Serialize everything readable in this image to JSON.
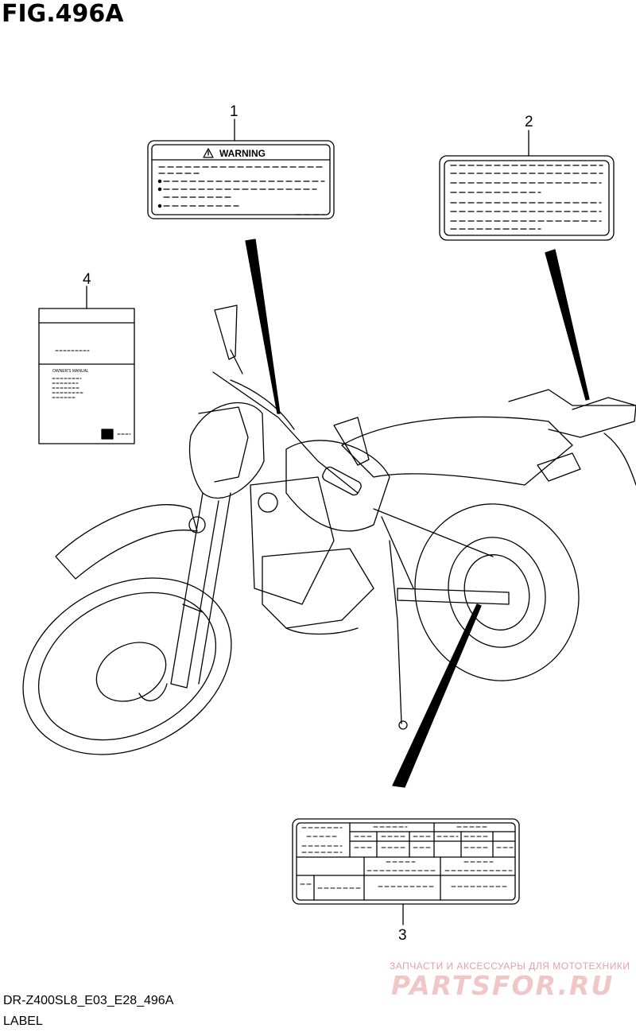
{
  "figure": {
    "title": "FIG.496A",
    "model_code": "DR-Z400SL8_E03_E28_496A",
    "section_name": "LABEL"
  },
  "callouts": [
    "1",
    "2",
    "3",
    "4"
  ],
  "labels": {
    "warning_title": "WARNING",
    "manual_title": "OWNER'S MANUAL"
  },
  "watermark": {
    "tagline": "ЗАПЧАСТИ И АКСЕССУАРЫ ДЛЯ МОТОТЕХНИКИ",
    "logo": "PARTSFOR.RU",
    "color": "#e3a2a2"
  },
  "icons": [
    "warning-triangle-icon",
    "suzuki-logo-icon"
  ]
}
